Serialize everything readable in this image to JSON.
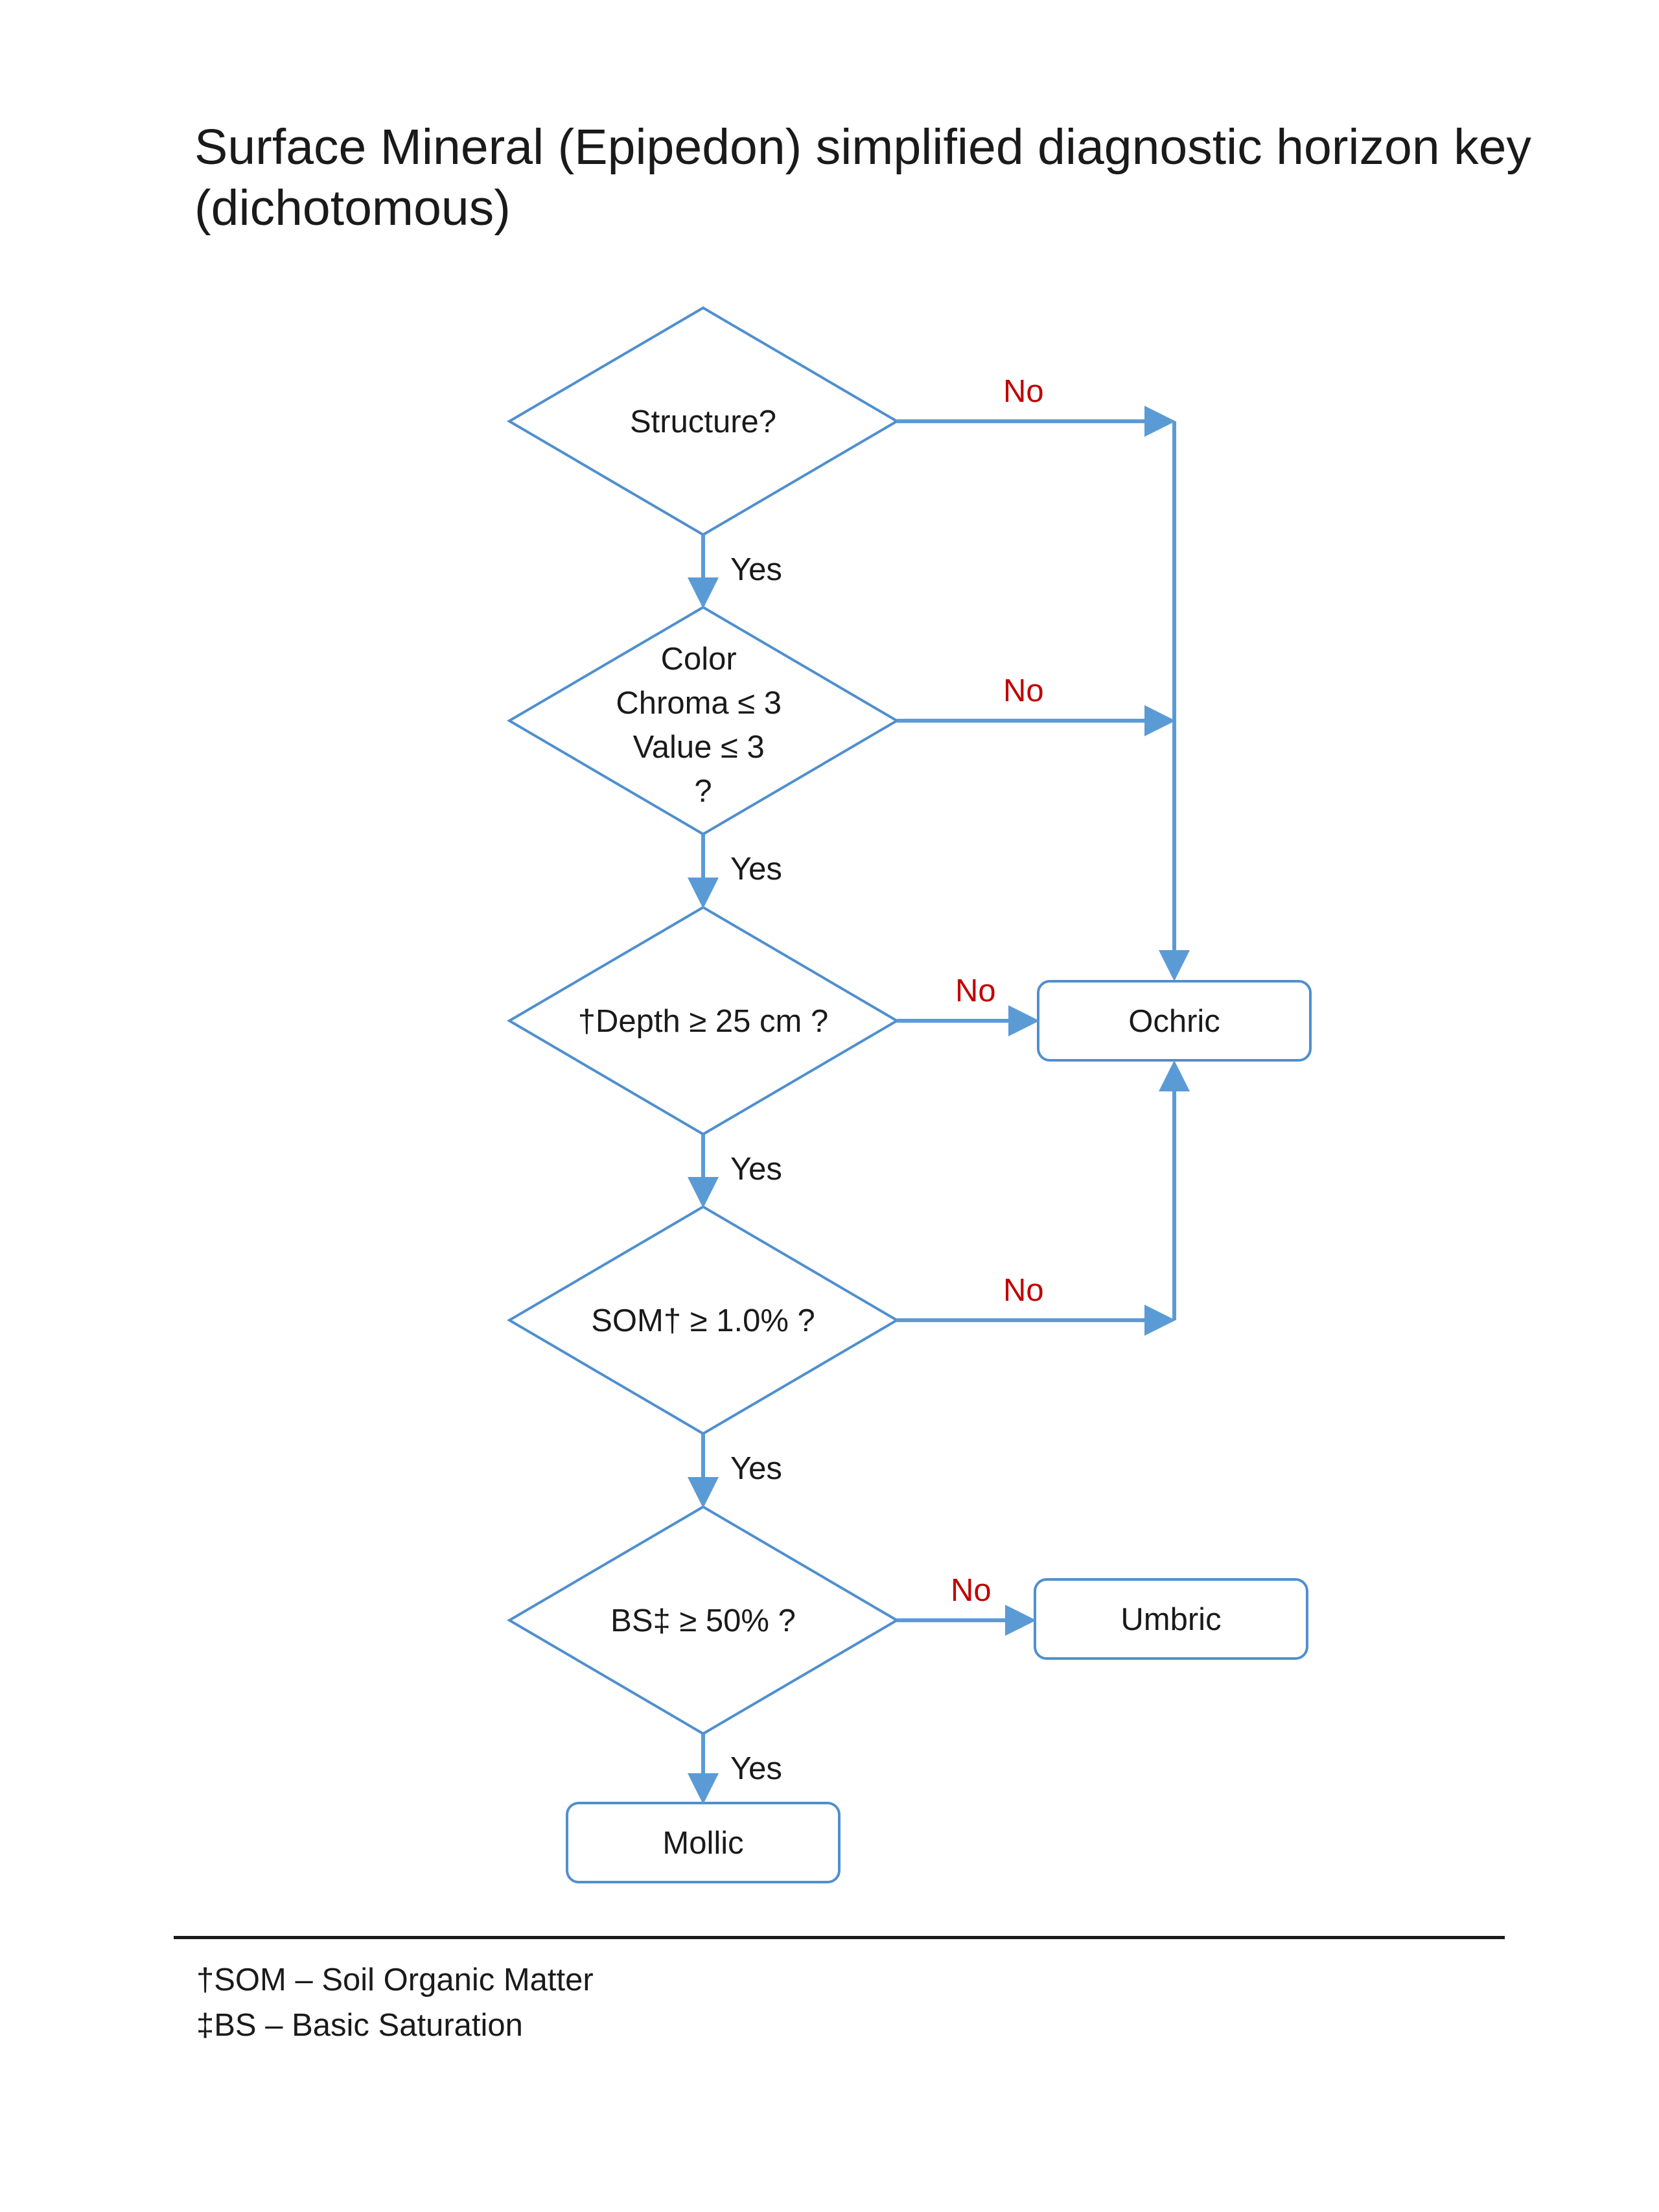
{
  "title": {
    "line1": "Surface Mineral (Epipedon) simplified diagnostic horizon key",
    "line2": "(dichotomous)"
  },
  "colors": {
    "stroke": "#4f8fcf",
    "arrow": "#5b9bd5",
    "no_label": "#c00000",
    "yes_label": "#1a1a1a",
    "text": "#1a1a1a"
  },
  "decisions": [
    {
      "id": "structure",
      "lines": [
        "Structure?"
      ]
    },
    {
      "id": "color",
      "lines": [
        "Color",
        "Chroma ≤ 3",
        "Value ≤ 3",
        "?"
      ]
    },
    {
      "id": "depth",
      "lines": [
        "†Depth ≥ 25 cm ?"
      ]
    },
    {
      "id": "som",
      "lines": [
        "SOM† ≥ 1.0% ?"
      ]
    },
    {
      "id": "bs",
      "lines": [
        "BS‡ ≥ 50% ?"
      ]
    }
  ],
  "outcomes": {
    "ochric": "Ochric",
    "umbric": "Umbric",
    "mollic": "Mollic"
  },
  "edge_labels": {
    "yes": "Yes",
    "no": "No"
  },
  "footnotes": [
    "†SOM – Soil Organic Matter",
    "‡BS – Basic Saturation"
  ]
}
